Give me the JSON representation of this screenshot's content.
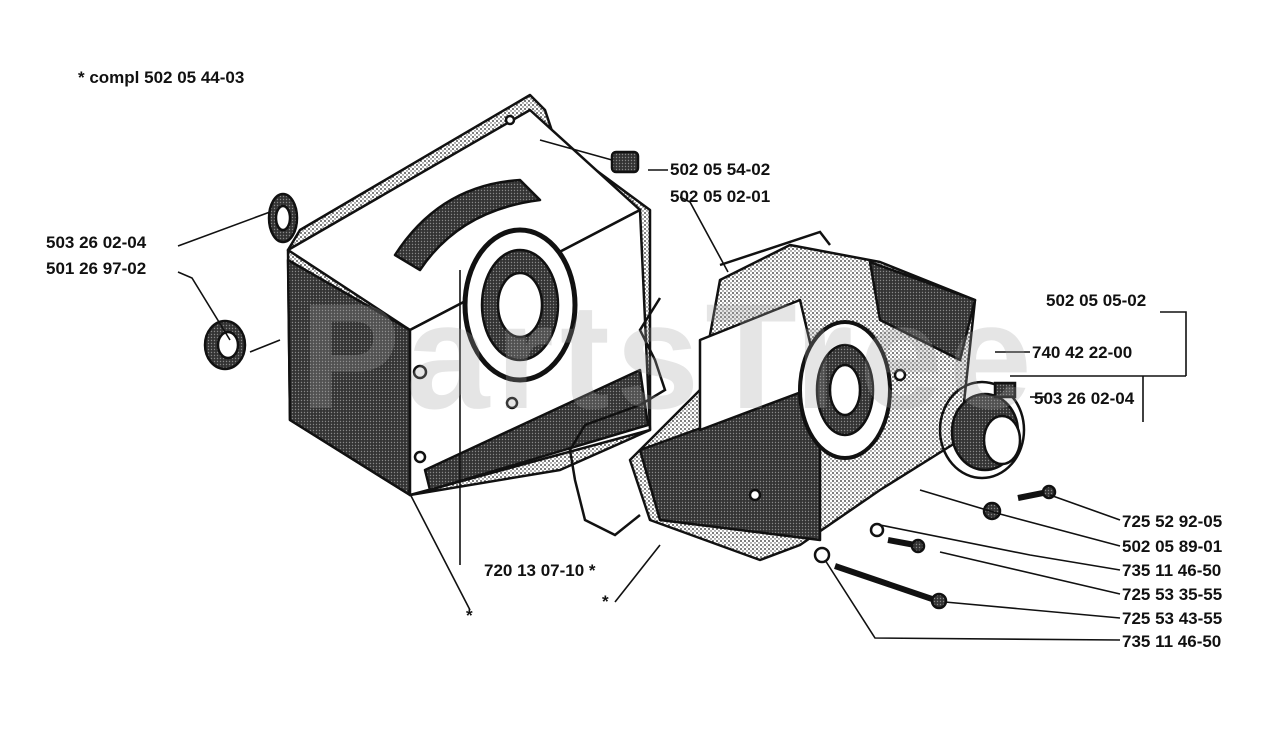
{
  "note": "* compl 502 05 44-03",
  "callouts": [
    {
      "id": "c1",
      "part_number": "502 05 54-02"
    },
    {
      "id": "c2",
      "part_number": "502 05 02-01"
    },
    {
      "id": "c3",
      "part_number": "503 26 02-04"
    },
    {
      "id": "c4",
      "part_number": "501 26 97-02"
    },
    {
      "id": "c5",
      "part_number": "502 05 05-02"
    },
    {
      "id": "c6",
      "part_number": "740 42 22-00"
    },
    {
      "id": "c7",
      "part_number": "503 26 02-04"
    },
    {
      "id": "c8",
      "part_number": "725 52 92-05"
    },
    {
      "id": "c9",
      "part_number": "502 05 89-01"
    },
    {
      "id": "c10",
      "part_number": "735 11 46-50"
    },
    {
      "id": "c11",
      "part_number": "725 53 35-55"
    },
    {
      "id": "c12",
      "part_number": "725 53 43-55"
    },
    {
      "id": "c13",
      "part_number": "735 11 46-50"
    },
    {
      "id": "c14",
      "part_number": "720 13 07-10 *"
    },
    {
      "id": "c15",
      "part_number": "*"
    },
    {
      "id": "c16",
      "part_number": "*"
    }
  ],
  "watermark": "PartsTree",
  "colors": {
    "ink": "#111111",
    "shade": "#3a3a3a",
    "paper": "#ffffff"
  }
}
